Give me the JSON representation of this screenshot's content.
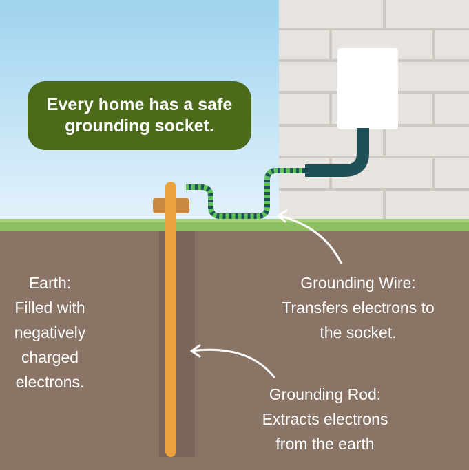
{
  "callout": {
    "line1": "Every home has a safe",
    "line2": "grounding socket."
  },
  "earth_label": {
    "lines": [
      "Earth:",
      "Filled with",
      "negatively",
      "charged",
      "electrons."
    ]
  },
  "wire_label": {
    "lines": [
      "Grounding Wire:",
      "Transfers electrons to",
      "the socket."
    ]
  },
  "rod_label": {
    "lines": [
      "Grounding Rod:",
      "Extracts electrons",
      "from the earth"
    ]
  },
  "colors": {
    "sky": "#b3def3",
    "wall": "#e7e3de",
    "grass": "#8fbf63",
    "soil": "#8a7466",
    "callout": "#4b6a1a",
    "rod": "#eaa23f",
    "wire": "#5fc35a",
    "conduit": "#1f4f57"
  }
}
